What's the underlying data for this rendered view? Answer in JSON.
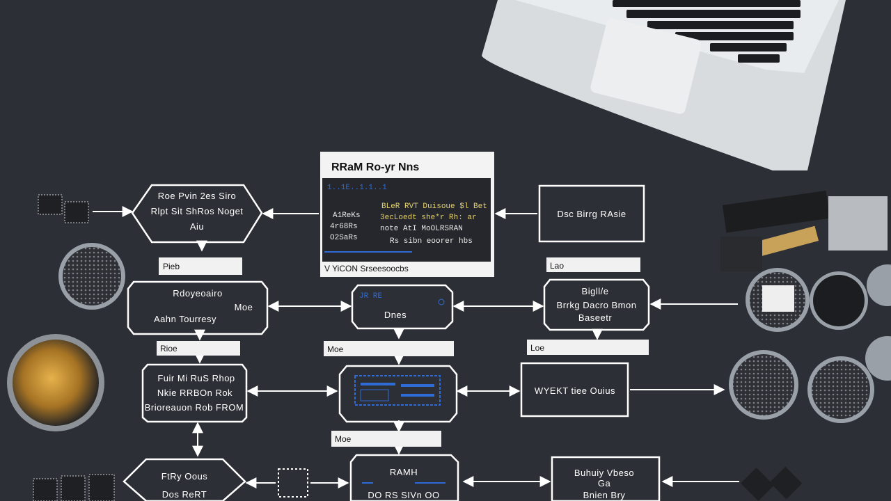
{
  "diagram": {
    "nodes": {
      "hex_top": [
        "Roe Pvin 2es Siro",
        "Rlpt Sit ShRos Noget",
        "Aiu"
      ],
      "screen_panel": {
        "title": "RRaM  Ro-yr Nns",
        "code_numbers": "1..1E..1.1..1",
        "left_lines": [
          "A1ReKs",
          "4r68Rs",
          "O2SaRs"
        ],
        "right_lines": [
          "BLeR RVT Duisoue $l Bet",
          "3ecLoedt she*r Rh: ar",
          "note AtI MoOLRSRAN",
          "Rs sibn eoorer hbs"
        ],
        "footer": "V YiCON  Srseesoocbs"
      },
      "rect_top_right": "Dsc Birrg RAsie",
      "row2_left": [
        "Rdoyeoairo",
        "Moe",
        "Aahn Tourresy"
      ],
      "row2_center": [
        "JR RE",
        "Dnes"
      ],
      "row2_right": [
        "Bigll/e",
        "Brrkg  Dacro  Bmon",
        "Baseetr"
      ],
      "row3_left": [
        "Fuir Mi RuS Rhop",
        "Nkie  RRBOn  Rok",
        "Brioreauon Rob FROM"
      ],
      "row3_right": "WYEKT tiee  Ouius",
      "hex_bottom": [
        "FtRy  Oous",
        "Dos  ReRT"
      ],
      "row4_center": [
        "RAMH",
        "DO RS SIVn OO"
      ],
      "row4_right": [
        "Buhuiy  Vbeso",
        "Ga",
        "Bnien Bry"
      ]
    },
    "labels": {
      "l1": "Pieb",
      "l2": "Lao",
      "l3": "Rioe",
      "l4": "Moe",
      "l5": "Loe",
      "l6": "Moe"
    }
  },
  "colors": {
    "background": "#2c2f35",
    "stroke": "#ffffff",
    "accent_blue": "#2f6bd6",
    "accent_yellow": "#e7d36a"
  }
}
